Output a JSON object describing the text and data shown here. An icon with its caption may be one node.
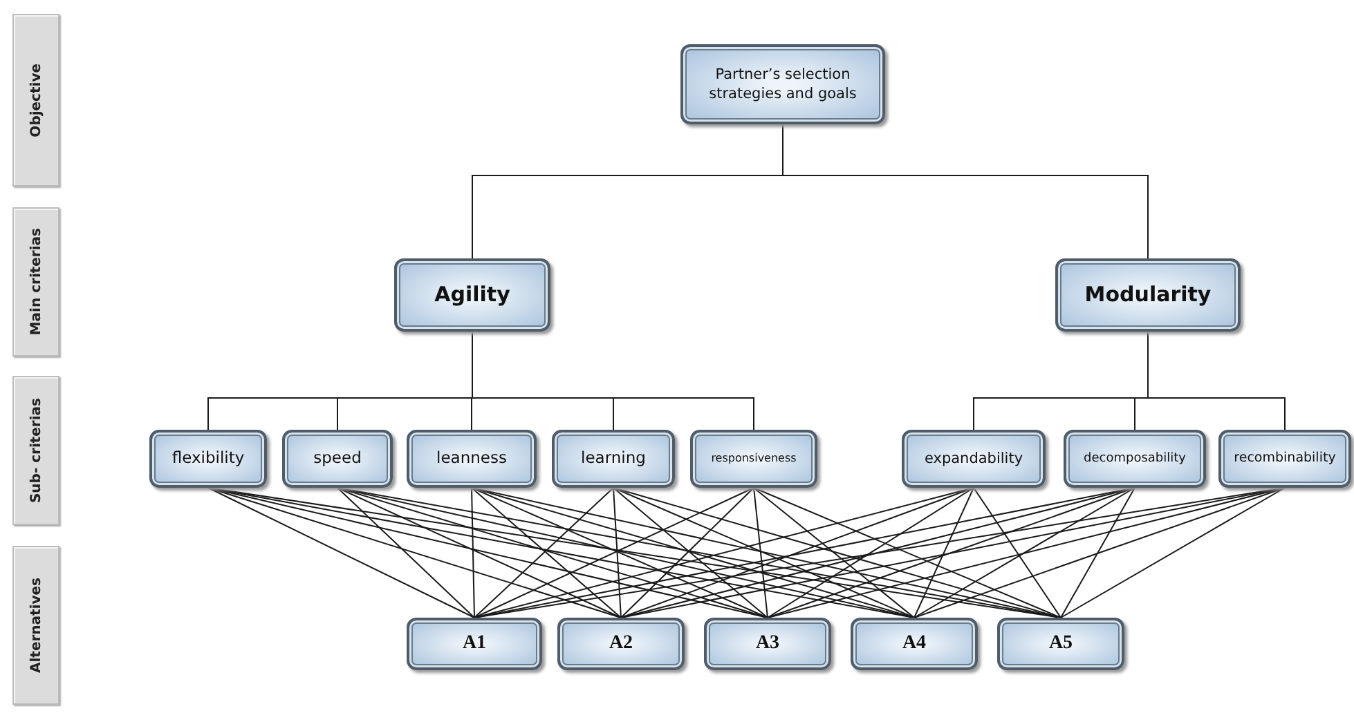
{
  "diagram": {
    "nodes": [
      {
        "text": [
          "Objective"
        ]
      },
      {
        "text": [
          "Main criterias"
        ]
      },
      {
        "text": [
          "Sub- criterias"
        ]
      },
      {
        "text": [
          "Alternatives"
        ]
      },
      {
        "text": [
          "Partner’s selection strategies and goals"
        ]
      },
      {
        "text": [
          "Agility"
        ]
      },
      {
        "text": [
          "Modularity"
        ]
      },
      {
        "text": [
          "flexibility"
        ]
      },
      {
        "text": [
          "speed"
        ]
      },
      {
        "text": [
          "leanness"
        ]
      },
      {
        "text": [
          "learning"
        ]
      },
      {
        "text": [
          "responsiveness"
        ]
      },
      {
        "text": [
          "expandability"
        ]
      },
      {
        "text": [
          "decomposability"
        ]
      },
      {
        "text": [
          "recombinability"
        ]
      },
      {
        "text": [
          "A1"
        ]
      },
      {
        "text": [
          "A2"
        ]
      },
      {
        "text": [
          "A3"
        ]
      },
      {
        "text": [
          "A4"
        ]
      },
      {
        "text": [
          "A5"
        ]
      }
    ],
    "edges": [
      {
        "from": 4,
        "to": 5,
        "arrow": "none"
      },
      {
        "from": 4,
        "to": 6,
        "arrow": "none"
      },
      {
        "from": 5,
        "to": 7,
        "arrow": "none"
      },
      {
        "from": 5,
        "to": 8,
        "arrow": "none"
      },
      {
        "from": 5,
        "to": 9,
        "arrow": "none"
      },
      {
        "from": 5,
        "to": 10,
        "arrow": "none"
      },
      {
        "from": 5,
        "to": 11,
        "arrow": "none"
      },
      {
        "from": 6,
        "to": 12,
        "arrow": "none"
      },
      {
        "from": 6,
        "to": 13,
        "arrow": "none"
      },
      {
        "from": 6,
        "to": 14,
        "arrow": "none"
      },
      {
        "from": 7,
        "to": 15,
        "arrow": "none"
      },
      {
        "from": 7,
        "to": 16,
        "arrow": "none"
      },
      {
        "from": 7,
        "to": 17,
        "arrow": "none"
      },
      {
        "from": 7,
        "to": 18,
        "arrow": "none"
      },
      {
        "from": 7,
        "to": 19,
        "arrow": "none"
      },
      {
        "from": 8,
        "to": 15,
        "arrow": "none"
      },
      {
        "from": 8,
        "to": 16,
        "arrow": "none"
      },
      {
        "from": 8,
        "to": 17,
        "arrow": "none"
      },
      {
        "from": 8,
        "to": 18,
        "arrow": "none"
      },
      {
        "from": 8,
        "to": 19,
        "arrow": "none"
      },
      {
        "from": 9,
        "to": 15,
        "arrow": "none"
      },
      {
        "from": 9,
        "to": 16,
        "arrow": "none"
      },
      {
        "from": 9,
        "to": 17,
        "arrow": "none"
      },
      {
        "from": 9,
        "to": 18,
        "arrow": "none"
      },
      {
        "from": 9,
        "to": 19,
        "arrow": "none"
      },
      {
        "from": 10,
        "to": 15,
        "arrow": "none"
      },
      {
        "from": 10,
        "to": 16,
        "arrow": "none"
      },
      {
        "from": 10,
        "to": 17,
        "arrow": "none"
      },
      {
        "from": 10,
        "to": 18,
        "arrow": "none"
      },
      {
        "from": 10,
        "to": 19,
        "arrow": "none"
      },
      {
        "from": 11,
        "to": 15,
        "arrow": "none"
      },
      {
        "from": 11,
        "to": 16,
        "arrow": "none"
      },
      {
        "from": 11,
        "to": 17,
        "arrow": "none"
      },
      {
        "from": 11,
        "to": 18,
        "arrow": "none"
      },
      {
        "from": 11,
        "to": 19,
        "arrow": "none"
      },
      {
        "from": 12,
        "to": 15,
        "arrow": "none"
      },
      {
        "from": 12,
        "to": 16,
        "arrow": "none"
      },
      {
        "from": 12,
        "to": 17,
        "arrow": "none"
      },
      {
        "from": 12,
        "to": 18,
        "arrow": "none"
      },
      {
        "from": 12,
        "to": 19,
        "arrow": "none"
      },
      {
        "from": 13,
        "to": 15,
        "arrow": "none"
      },
      {
        "from": 13,
        "to": 16,
        "arrow": "none"
      },
      {
        "from": 13,
        "to": 17,
        "arrow": "none"
      },
      {
        "from": 13,
        "to": 18,
        "arrow": "none"
      },
      {
        "from": 13,
        "to": 19,
        "arrow": "none"
      },
      {
        "from": 14,
        "to": 15,
        "arrow": "none"
      },
      {
        "from": 14,
        "to": 16,
        "arrow": "none"
      },
      {
        "from": 14,
        "to": 17,
        "arrow": "none"
      },
      {
        "from": 14,
        "to": 18,
        "arrow": "none"
      },
      {
        "from": 14,
        "to": 19,
        "arrow": "none"
      }
    ]
  }
}
